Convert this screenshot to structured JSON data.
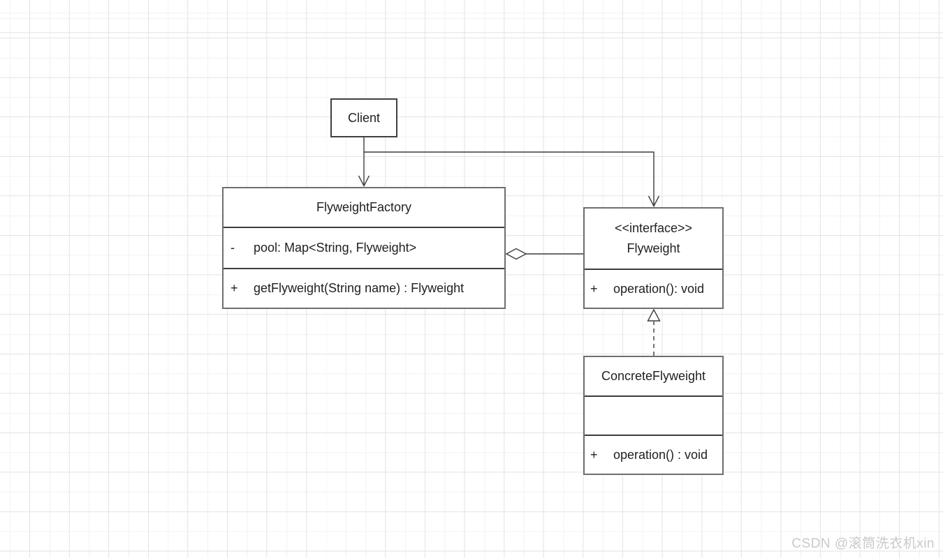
{
  "classes": {
    "client": {
      "name": "Client"
    },
    "factory": {
      "name": "FlyweightFactory",
      "attributes": [
        {
          "visibility": "-",
          "text": "pool: Map<String, Flyweight>"
        }
      ],
      "methods": [
        {
          "visibility": "+",
          "text": "getFlyweight(String name) : Flyweight"
        }
      ]
    },
    "flyweight": {
      "stereotype": "<<interface>>",
      "name": "Flyweight",
      "methods": [
        {
          "visibility": "+",
          "text": "operation(): void"
        }
      ]
    },
    "concrete": {
      "name": "ConcreteFlyweight",
      "methods": [
        {
          "visibility": "+",
          "text": "operation() : void"
        }
      ]
    }
  },
  "relationships": [
    {
      "from": "Client",
      "to": "FlyweightFactory",
      "type": "association"
    },
    {
      "from": "Client",
      "to": "Flyweight",
      "type": "association"
    },
    {
      "from": "FlyweightFactory",
      "to": "Flyweight",
      "type": "aggregation"
    },
    {
      "from": "ConcreteFlyweight",
      "to": "Flyweight",
      "type": "realization"
    }
  ],
  "watermark": "CSDN @滚筒洗衣机xin",
  "colors": {
    "line": "#3c3c3c",
    "box_border": "#6e6e6e",
    "grid_major": "#e3e3e3",
    "grid_minor": "#f2f2f2"
  }
}
